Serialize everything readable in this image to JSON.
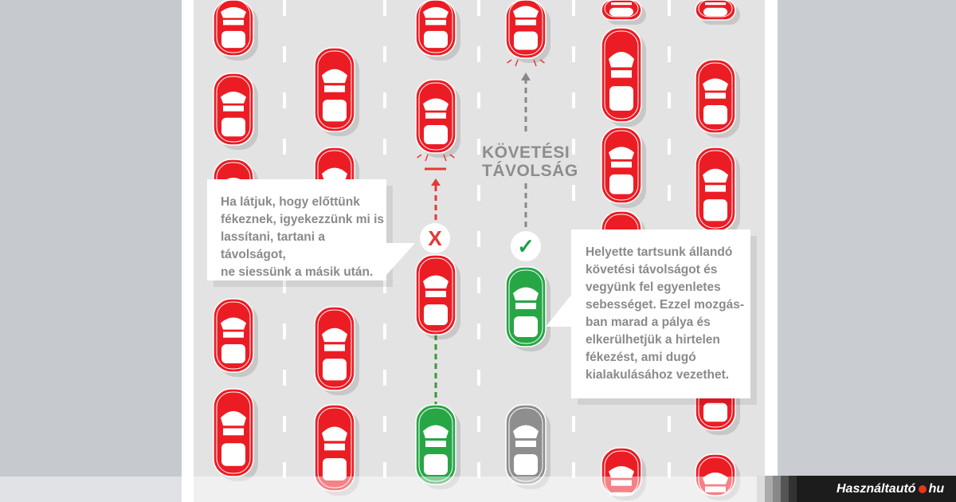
{
  "colors": {
    "red_car": "#ec1c24",
    "green_car": "#27a646",
    "gray_car": "#8e8e8e",
    "road": "#e3e3e3",
    "bad": "#e53935",
    "good": "#1e9d48"
  },
  "label_following_distance": [
    "KÖVETÉSI",
    "TÁVOLSÁG"
  ],
  "bad_marker": "X",
  "good_marker": "✓",
  "left_box": [
    "Ha látjuk, hogy előttünk",
    "fékeznek, igyekezzünk mi is",
    "lassítani, tartani a távolságot,",
    "ne siessünk a másik után."
  ],
  "right_box": [
    "Helyette tartsunk állandó",
    "követési távolságot és",
    "vegyünk fel egyenletes",
    "sebességet. Ezzel mozgás-",
    "ban marad a pálya és",
    "elkerülhetjük a hirtelen",
    "fékezést, ami dugó",
    "kialakulásához vezethet."
  ],
  "logo": {
    "left": "Használtautó",
    "right": "hu"
  }
}
